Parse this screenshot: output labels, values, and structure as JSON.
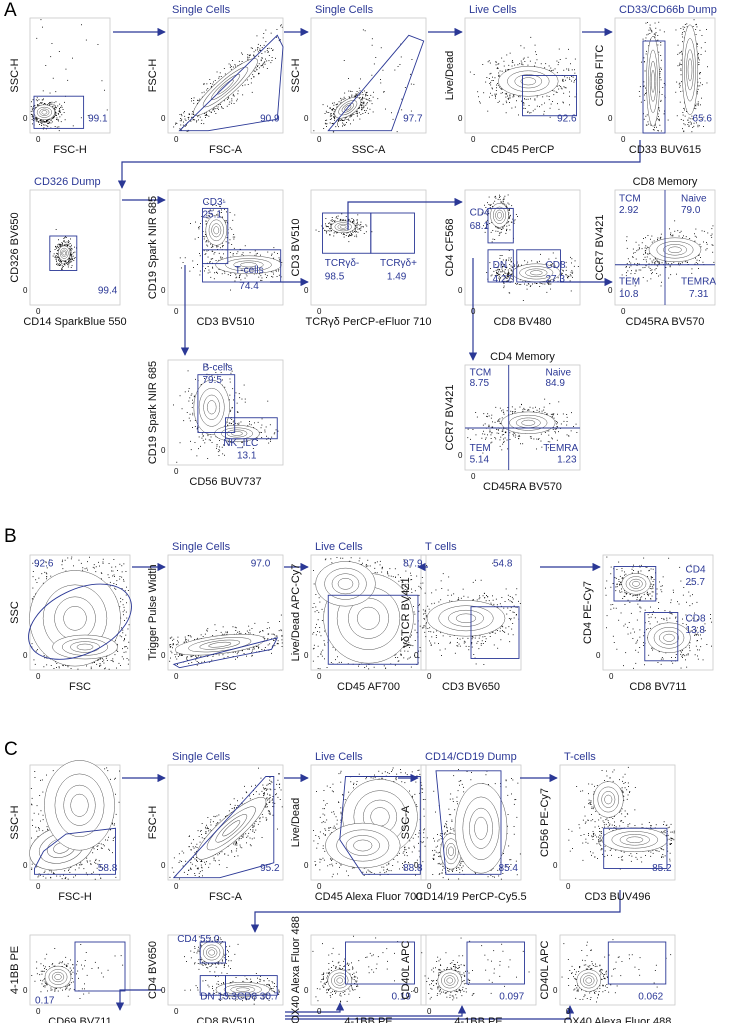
{
  "panel_letters": [
    "A",
    "B",
    "C"
  ],
  "colors": {
    "gate": "#2b3896",
    "events": "#000000",
    "frame": "#c8c8c8"
  },
  "tick_label": "0",
  "plots": [
    {
      "id": "a1",
      "panel": "A",
      "title": "",
      "x": "FSC-H",
      "y": "SSC-H",
      "labels": [
        "99.1"
      ]
    },
    {
      "id": "a2",
      "panel": "A",
      "title": "Single Cells",
      "x": "FSC-A",
      "y": "FSC-H",
      "labels": [
        "90.9"
      ]
    },
    {
      "id": "a3",
      "panel": "A",
      "title": "Single Cells",
      "x": "SSC-A",
      "y": "SSC-H",
      "labels": [
        "97.7"
      ]
    },
    {
      "id": "a4",
      "panel": "A",
      "title": "Live Cells",
      "x": "CD45 PerCP",
      "y": "Live/Dead",
      "labels": [
        "92.6"
      ]
    },
    {
      "id": "a5",
      "panel": "A",
      "title": "CD33/CD66b Dump",
      "x": "CD33 BUV615",
      "y": "CD66b FITC",
      "labels": [
        "65.6"
      ]
    },
    {
      "id": "a6",
      "panel": "A",
      "title": "CD326 Dump",
      "x": "CD14 SparkBlue 550",
      "y": "CD326 BV650",
      "labels": [
        "99.4"
      ]
    },
    {
      "id": "a7",
      "panel": "A",
      "title": "",
      "x": "CD3 BV510",
      "y": "CD19 Spark NIR 685",
      "labels": [
        "CD3-",
        "25.1",
        "T-cells",
        "74.4"
      ]
    },
    {
      "id": "a8",
      "panel": "A",
      "title": "",
      "x": "TCRγδ PerCP-eFluor 710",
      "y": "CD3 BV510",
      "labels": [
        "TCRγδ-",
        "98.5",
        "TCRγδ+",
        "1.49"
      ]
    },
    {
      "id": "a9",
      "panel": "A",
      "title": "",
      "x": "CD8 BV480",
      "y": "CD4 CF568",
      "labels": [
        "CD4",
        "68.1",
        "DN",
        "4.27",
        "CD8",
        "27.3"
      ]
    },
    {
      "id": "a10",
      "panel": "A",
      "title": "CD8 Memory",
      "x": "CD45RA BV570",
      "y": "CCR7 BV421",
      "labels": [
        "TCM",
        "2.92",
        "Naive",
        "79.0",
        "TEM",
        "10.8",
        "TEMRA",
        "7.31"
      ]
    },
    {
      "id": "a11",
      "panel": "A",
      "title": "",
      "x": "CD56 BUV737",
      "y": "CD19 Spark NIR 685",
      "labels": [
        "B-cells",
        "79.5",
        "NK_ILC",
        "13.1"
      ]
    },
    {
      "id": "a12",
      "panel": "A",
      "title": "CD4 Memory",
      "x": "CD45RA BV570",
      "y": "CCR7 BV421",
      "labels": [
        "TCM",
        "8.75",
        "Naive",
        "84.9",
        "TEM",
        "5.14",
        "TEMRA",
        "1.23"
      ]
    },
    {
      "id": "b1",
      "panel": "B",
      "title": "",
      "x": "FSC",
      "y": "SSC",
      "labels": [
        "92.6"
      ]
    },
    {
      "id": "b2",
      "panel": "B",
      "title": "Single Cells",
      "x": "FSC",
      "y": "Trigger Pulse Width",
      "labels": [
        "97.0"
      ]
    },
    {
      "id": "b3",
      "panel": "B",
      "title": "Live Cells",
      "x": "CD45 AF700",
      "y": "Live/Dead APC-Cy7",
      "labels": [
        "87.9"
      ]
    },
    {
      "id": "b4",
      "panel": "B",
      "title": "T cells",
      "x": "CD3 BV650",
      "y": "γδTCR BV421",
      "labels": [
        "54.8"
      ]
    },
    {
      "id": "b5",
      "panel": "B",
      "title": "",
      "x": "CD8 BV711",
      "y": "CD4 PE-Cy7",
      "labels": [
        "CD4",
        "25.7",
        "CD8",
        "13.8"
      ]
    },
    {
      "id": "c1",
      "panel": "C",
      "title": "",
      "x": "FSC-H",
      "y": "SSC-H",
      "labels": [
        "58.8"
      ]
    },
    {
      "id": "c2",
      "panel": "C",
      "title": "Single Cells",
      "x": "FSC-A",
      "y": "FSC-H",
      "labels": [
        "95.2"
      ]
    },
    {
      "id": "c3",
      "panel": "C",
      "title": "Live Cells",
      "x": "CD45 Alexa Fluor 700",
      "y": "Live/Dead",
      "labels": [
        "88.8"
      ]
    },
    {
      "id": "c4",
      "panel": "C",
      "title": "CD14/CD19 Dump",
      "x": "CD14/19 PerCP-Cy5.5",
      "y": "SSC-A",
      "labels": [
        "85.4"
      ]
    },
    {
      "id": "c5",
      "panel": "C",
      "title": "T-cells",
      "x": "CD3 BUV496",
      "y": "CD56 PE-Cy7",
      "labels": [
        "85.2"
      ]
    },
    {
      "id": "c6",
      "panel": "C",
      "title": "",
      "x": "CD69 BV711",
      "y": "4-1BB PE",
      "labels": [
        "0.17"
      ]
    },
    {
      "id": "c7",
      "panel": "C",
      "title": "",
      "x": "CD8 BV510",
      "y": "CD4 BV650",
      "labels": [
        "CD4 55.0",
        "DN 13.3",
        "CD8 30.7"
      ]
    },
    {
      "id": "c8",
      "panel": "C",
      "title": "",
      "x": "4-1BB PE",
      "y": "OX40 Alexa Fluor 488",
      "labels": [
        "0.19"
      ]
    },
    {
      "id": "c9",
      "panel": "C",
      "title": "",
      "x": "4-1BB PE",
      "y": "CD40L APC",
      "labels": [
        "0.097"
      ]
    },
    {
      "id": "c10",
      "panel": "C",
      "title": "",
      "x": "OX40 Alexa Fluor 488",
      "y": "CD40L APC",
      "labels": [
        "0.062"
      ]
    }
  ]
}
